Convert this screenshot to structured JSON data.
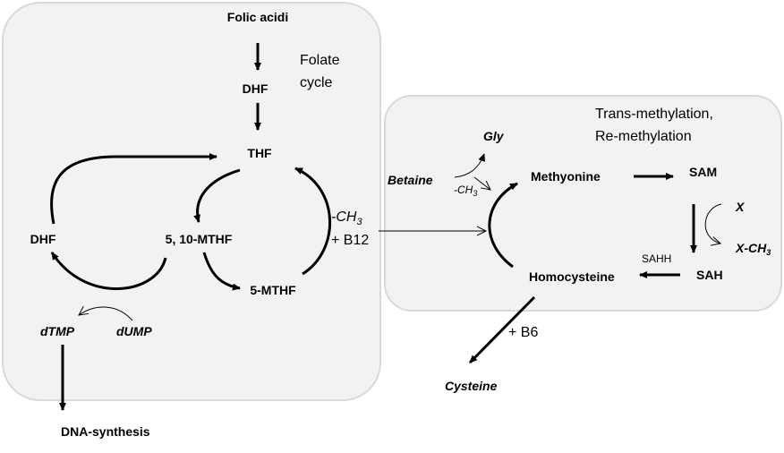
{
  "title": "Folate cycle and methionine cycle pathway",
  "colors": {
    "box_fill": "#f2f2f2",
    "box_stroke": "#d9d9d9",
    "line": "#000000"
  },
  "folate_box": {
    "label_line1": "Folate",
    "label_line2": "cycle",
    "nodes": {
      "folic_acid": "Folic acidi",
      "dhf_top": "DHF",
      "thf": "THF",
      "dhf_left": "DHF",
      "mthf_5_10": "5, 10-MTHF",
      "mthf_5": "5-MTHF",
      "dtmp": "dTMP",
      "dump": "dUMP"
    },
    "ch3_label": "-CH",
    "ch3_sub": "3",
    "b12_label": "+ B12"
  },
  "dna_synthesis": "DNA-synthesis",
  "methylation_box": {
    "label_line1": "Trans-methylation,",
    "label_line2": "Re-methylation",
    "nodes": {
      "gly": "Gly",
      "betaine": "Betaine",
      "methionine": "Methyonine",
      "sam": "SAM",
      "x": "X",
      "x_ch3": "X-CH",
      "sah": "SAH",
      "homocysteine": "Homocysteine"
    },
    "betaine_ch3": "-CH",
    "ch3_sub": "3",
    "sahh_label": "SAHH"
  },
  "b6_label": "+ B6",
  "cysteine": "Cysteine"
}
